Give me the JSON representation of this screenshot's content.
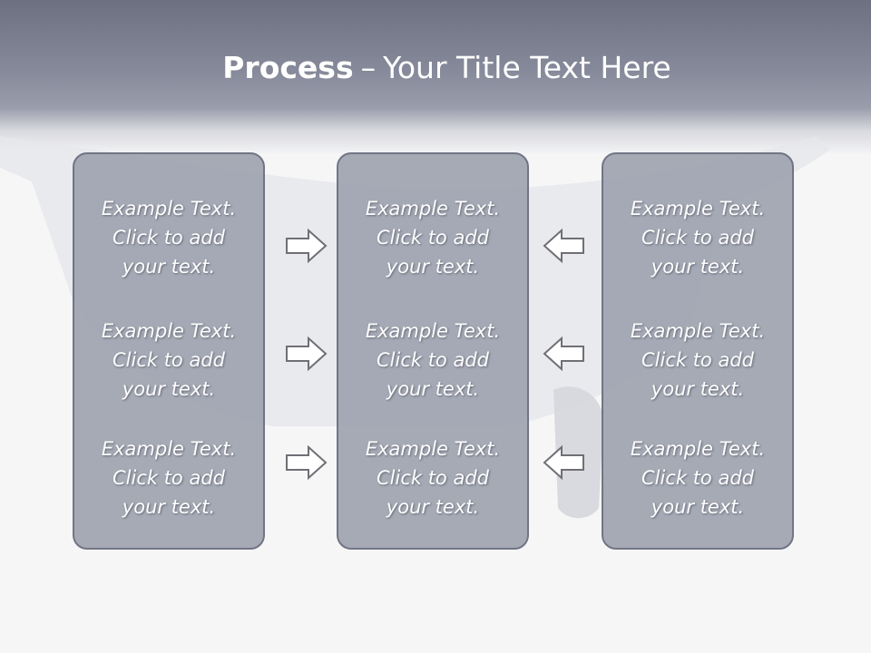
{
  "slide": {
    "title_bold": "Process",
    "title_separator": "–",
    "title_rest": "Your Title Text Here"
  },
  "colors": {
    "panel_fill": "#a3a7b3",
    "panel_border": "#6c7080",
    "arrow_fill": "#ffffff",
    "arrow_stroke": "#6f6f75",
    "header_top": "#6d7080"
  },
  "columns": [
    {
      "blocks": [
        {
          "line1": "Example Text.",
          "line2": "Click  to add",
          "line3": "your text."
        },
        {
          "line1": "Example Text.",
          "line2": "Click  to add",
          "line3": "your text."
        },
        {
          "line1": "Example Text.",
          "line2": "Click  to add",
          "line3": "your text."
        }
      ]
    },
    {
      "blocks": [
        {
          "line1": "Example Text.",
          "line2": "Click  to add",
          "line3": "your text."
        },
        {
          "line1": "Example Text.",
          "line2": "Click  to add",
          "line3": "your text."
        },
        {
          "line1": "Example Text.",
          "line2": "Click  to add",
          "line3": "your text."
        }
      ]
    },
    {
      "blocks": [
        {
          "line1": "Example Text.",
          "line2": "Click  to add",
          "line3": "your text."
        },
        {
          "line1": "Example Text.",
          "line2": "Click  to add",
          "line3": "your text."
        },
        {
          "line1": "Example Text.",
          "line2": "Click  to add",
          "line3": "your text."
        }
      ]
    }
  ],
  "arrows": {
    "left_group_icon": "arrow-right-icon",
    "right_group_icon": "arrow-left-icon"
  }
}
